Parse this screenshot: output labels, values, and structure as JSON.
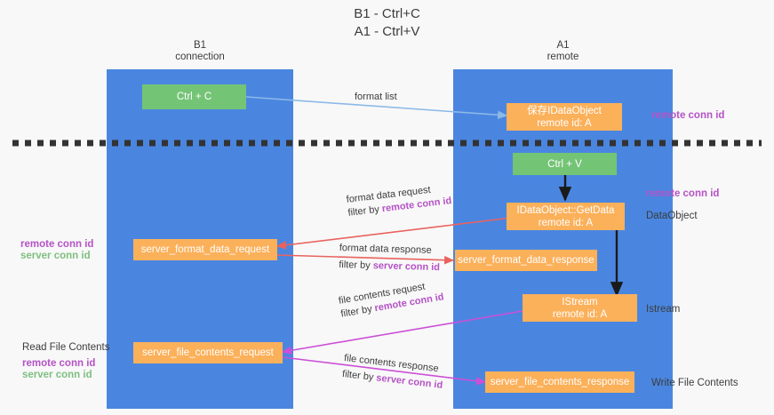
{
  "title": "B1 - Ctrl+C\nA1 - Ctrl+V",
  "columns": {
    "left": {
      "name": "B1",
      "sub": "connection",
      "label": "B1\nconnection"
    },
    "right": {
      "name": "A1",
      "sub": "remote",
      "label": "A1\nremote"
    }
  },
  "colors": {
    "band": "#4a86e0",
    "green_node": "#74c476",
    "orange_node": "#fbb05a",
    "divider": "#333333",
    "arrow_format_list": "#8bb9e8",
    "arrow_black": "#1a1a1a",
    "arrow_red": "#e8635f",
    "arrow_magenta": "#cc4fd8",
    "text_purple": "#b552c6",
    "text_green": "#7fbf7f",
    "text_plain": "#3c3c3c",
    "background": "#f8f8f8"
  },
  "nodes": {
    "ctrl_c": "Ctrl + C",
    "save_idataobject": "保存IDataObject\nremote id: A",
    "ctrl_v": "Ctrl + V",
    "getdata": "IDataObject::GetData\nremote id: A",
    "server_format_data_request": "server_format_data_request",
    "server_format_data_response": "server_format_data_response",
    "istream": "IStream\nremote id: A",
    "server_file_contents_request": "server_file_contents_request",
    "server_file_contents_response": "server_file_contents_response"
  },
  "right_labels": {
    "remote_conn_id_1": "remote conn id",
    "remote_conn_id_2": "remote conn id",
    "dataobject": "DataObject",
    "istream": "Istream",
    "write_file_contents": "Write File Contents"
  },
  "left_labels": {
    "remote_conn_id": "remote conn id",
    "server_conn_id": "server conn id",
    "read_file_contents": "Read File Contents",
    "remote_conn_id_2": "remote conn id",
    "server_conn_id_2": "server conn id"
  },
  "edges": {
    "format_list": "format list",
    "format_data_request": "format data request",
    "format_data_request_filter_prefix": "filter by ",
    "format_data_request_filter_key": "remote conn id",
    "format_data_response": "format data response",
    "format_data_response_filter_prefix": "filter by ",
    "format_data_response_filter_key": "server conn id",
    "file_contents_request": "file contents request",
    "file_contents_request_filter_prefix": "filter by ",
    "file_contents_request_filter_key": "remote conn id",
    "file_contents_response": "file contents response",
    "file_contents_response_filter_prefix": "filter by ",
    "file_contents_response_filter_key": "server conn id"
  }
}
